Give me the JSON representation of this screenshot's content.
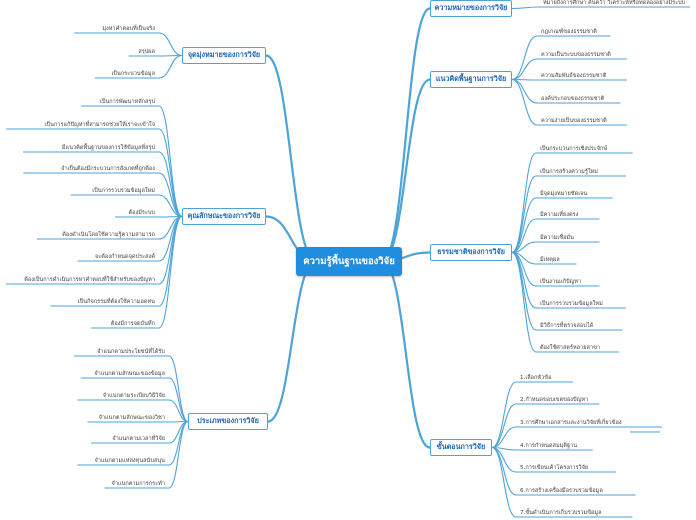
{
  "root": {
    "label": "ความรู้พื้นฐานของวิจัย"
  },
  "branches": {
    "meaning": {
      "label": "ความหมายของการวิจัย",
      "items": [
        "หมายถึงการศึกษา ค้นคว้า วิเคราะห์หรือทดลองอย่างมีระบบ"
      ]
    },
    "basic_concepts": {
      "label": "แนวคิดพื้นฐานการวิจัย",
      "items": [
        "กฎเกณฑ์ของธรรมชาติ",
        "ความเป็นระบบของธรรมชาติ",
        "ความสัมพันธ์ของธรรมชาติ",
        "องค์ประกอบของธรรมชาติ",
        "ความง่ายเป็นของธรรมชาติ"
      ]
    },
    "nature": {
      "label": "ธรรมชาติของการวิจัย",
      "items": [
        "เป็นกระบวนการเชิงประจักษ์",
        "เป็นการสร้างความรู้ใหม่",
        "มีจุดมุ่งหมายชัดเจน",
        "มีความเที่ยงตรง",
        "มีความเชื่อมั่น",
        "มีเหตุผล",
        "เป็นงานแก้ปัญหา",
        "เป็นการรวบรวมข้อมูลใหม่",
        "มีวิธีการที่ตรวจสอบได้",
        "ต้องใช้ศาสตร์หลายสาขา"
      ]
    },
    "steps": {
      "label": "ขั้นตอนการวิจัย",
      "items": [
        "1.เลือกหัวข้อ",
        "2.กำหนดขอบเขตของปัญหา",
        "3.การศึกษาเอกสารและงานวิจัยที่เกี่ยวข้อง",
        "4.การกำหนดสมมุติฐาน",
        "5.การเขียนเค้าโครงการวิจัย",
        "6.การสร้างเครื่องมือรวบรวมข้อมูล",
        "7.ขั้นดำเนินการเก็บรวบรวมข้อมูล"
      ]
    },
    "objectives": {
      "label": "จุดมุ่งหมายของการวิจัย",
      "items": [
        "มุ่งหาคำตอบที่เป็นจริง",
        "สรุปผล",
        "เป็นกระบวนข้อมูล"
      ]
    },
    "characteristics": {
      "label": "คุณลักษณะของการวิจัย",
      "items": [
        "เป็นการพัฒนาหลักสรุป",
        "เป็นการแก้ปัญหาที่สามารถช่วยให้เราจะเข้าใจ",
        "มีแนวคิดพื้นฐานของการใช้ข้อมูลที่สรุป",
        "จำเป็นต้องมีกระบวนการสังเกตที่ถูกต้อง",
        "เป็นการรวบรวมข้อมูลใหม่",
        "ต้องมีระบบ",
        "ต้องดำเนินโดยใช้ความรู้ความสามารถ",
        "จะต้องกำหนดจุดประสงค์",
        "ต้องเป็นการดำเนินการหาคำตอบที่ใช้สำหรับของปัญหา",
        "เป็นกิจกรรมที่ต้องใช้ความอดทน",
        "ต้องมีการจดบันทึก"
      ]
    },
    "types": {
      "label": "ประเภทของการวิจัย",
      "items": [
        "จำแนกตามประโยชน์ที่ได้รับ",
        "จำแนกตามลักษณะของข้อมูล",
        "จำแนกตามระเบียบวิธีวิจัย",
        "จำแนกตามลักษณะของวิชา",
        "จำแนกตามเวลาที่วิจัย",
        "จำแนกตามแหล่งทุนสนับสนุน",
        "จำแนกตามการกระทำ"
      ]
    }
  }
}
